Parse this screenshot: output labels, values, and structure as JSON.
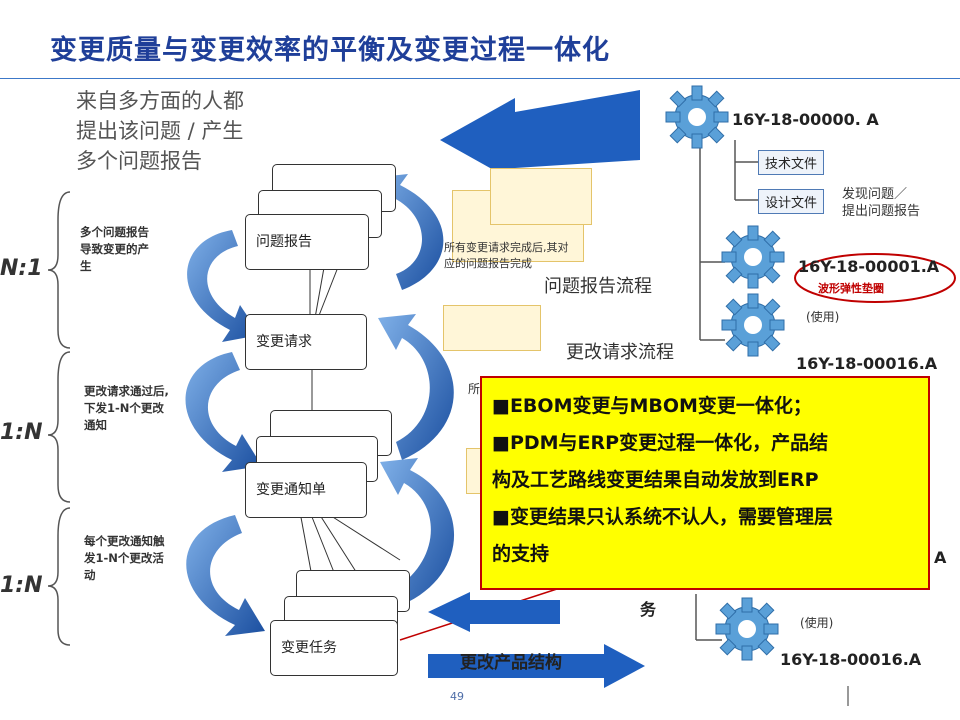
{
  "title": "变更质量与变更效率的平衡及变更过程一体化",
  "intro_lines": [
    "来自多方面的人都",
    "提出该问题 / 产生",
    "多个问题报告"
  ],
  "ratios": [
    "N:1",
    "1:N",
    "1:N"
  ],
  "notes": [
    [
      "多个问题报告",
      "导致变更的产",
      "生"
    ],
    [
      "更改请求通过后,",
      "下发1-N个更改",
      "通知"
    ],
    [
      "每个更改通知触",
      "发1-N个更改活",
      "动"
    ]
  ],
  "cards": {
    "problem_report": "问题报告",
    "change_request": "变更请求",
    "change_notice": "变更通知单",
    "change_task": "变更任务"
  },
  "flow": {
    "all_done_note": [
      "所有变更请求完成后,其对",
      "应的问题报告完成"
    ],
    "problem_flow": "问题报告流程",
    "change_request_flow": "更改请求流程",
    "partial_char": "所",
    "task_arrow_text": "务",
    "product_arrow_text": "更改产品结构"
  },
  "tree": {
    "part_top": "16Y-18-00000. A",
    "doc_tech": "技术文件",
    "doc_design": "设计文件",
    "found_issue": [
      "发现问题／",
      "提出问题报告"
    ],
    "part_1": "16Y-18-00001.A",
    "part_1_name": "波形弹性垫圈",
    "use_1": "(使用)",
    "part_16": "16Y-18-00016.A",
    "partial_A": "A",
    "use_2": "(使用)",
    "part_16b": "16Y-18-00016.A"
  },
  "highlight": {
    "lines": [
      "■EBOM变更与MBOM变更一体化；",
      "■PDM与ERP变更过程一体化，产品结",
      "构及工艺路线变更结果自动发放到ERP",
      "■变更结果只认系统不认人，需要管理层",
      "的支持"
    ]
  },
  "page_number": "49",
  "colors": {
    "title": "#1f3f99",
    "arrow_blue": "#1f5fbf",
    "highlight_fill": "#ffff00",
    "highlight_border": "#c00000",
    "gear": "#5aa0d8"
  }
}
